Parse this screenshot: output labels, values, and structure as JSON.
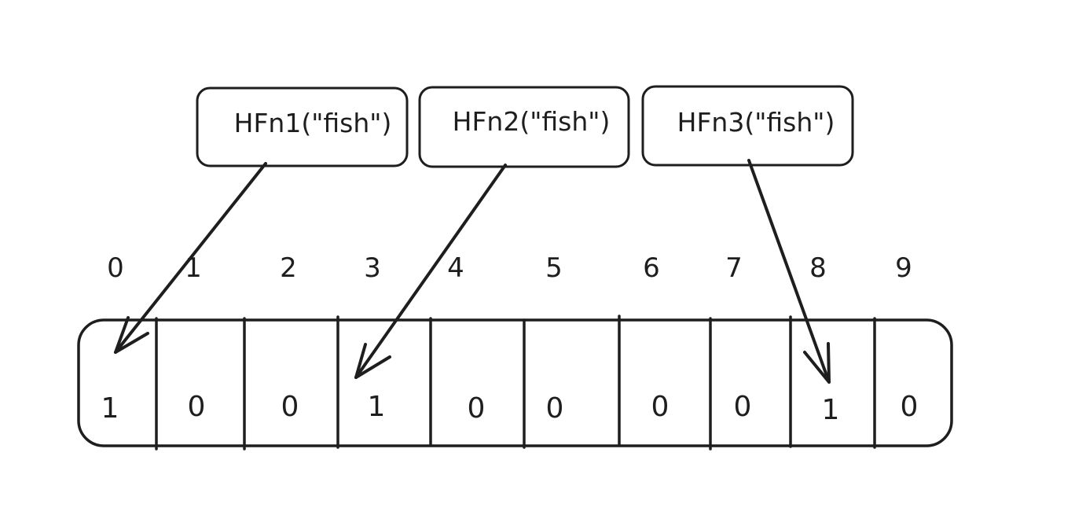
{
  "colors": {
    "fill": "#b2f2bb",
    "hatch": "#b2f2bb",
    "stroke": "#1e1e1e",
    "background": "#ffffff"
  },
  "hash_functions": [
    {
      "label": "HFn1(\"fish\")",
      "target_index": 0
    },
    {
      "label": "HFn2(\"fish\")",
      "target_index": 3
    },
    {
      "label": "HFn3(\"fish\")",
      "target_index": 8
    }
  ],
  "bit_array": {
    "indices": [
      "0",
      "1",
      "2",
      "3",
      "4",
      "5",
      "6",
      "7",
      "8",
      "9"
    ],
    "bits": [
      "1",
      "0",
      "0",
      "1",
      "0",
      "0",
      "0",
      "0",
      "1",
      "0"
    ]
  }
}
